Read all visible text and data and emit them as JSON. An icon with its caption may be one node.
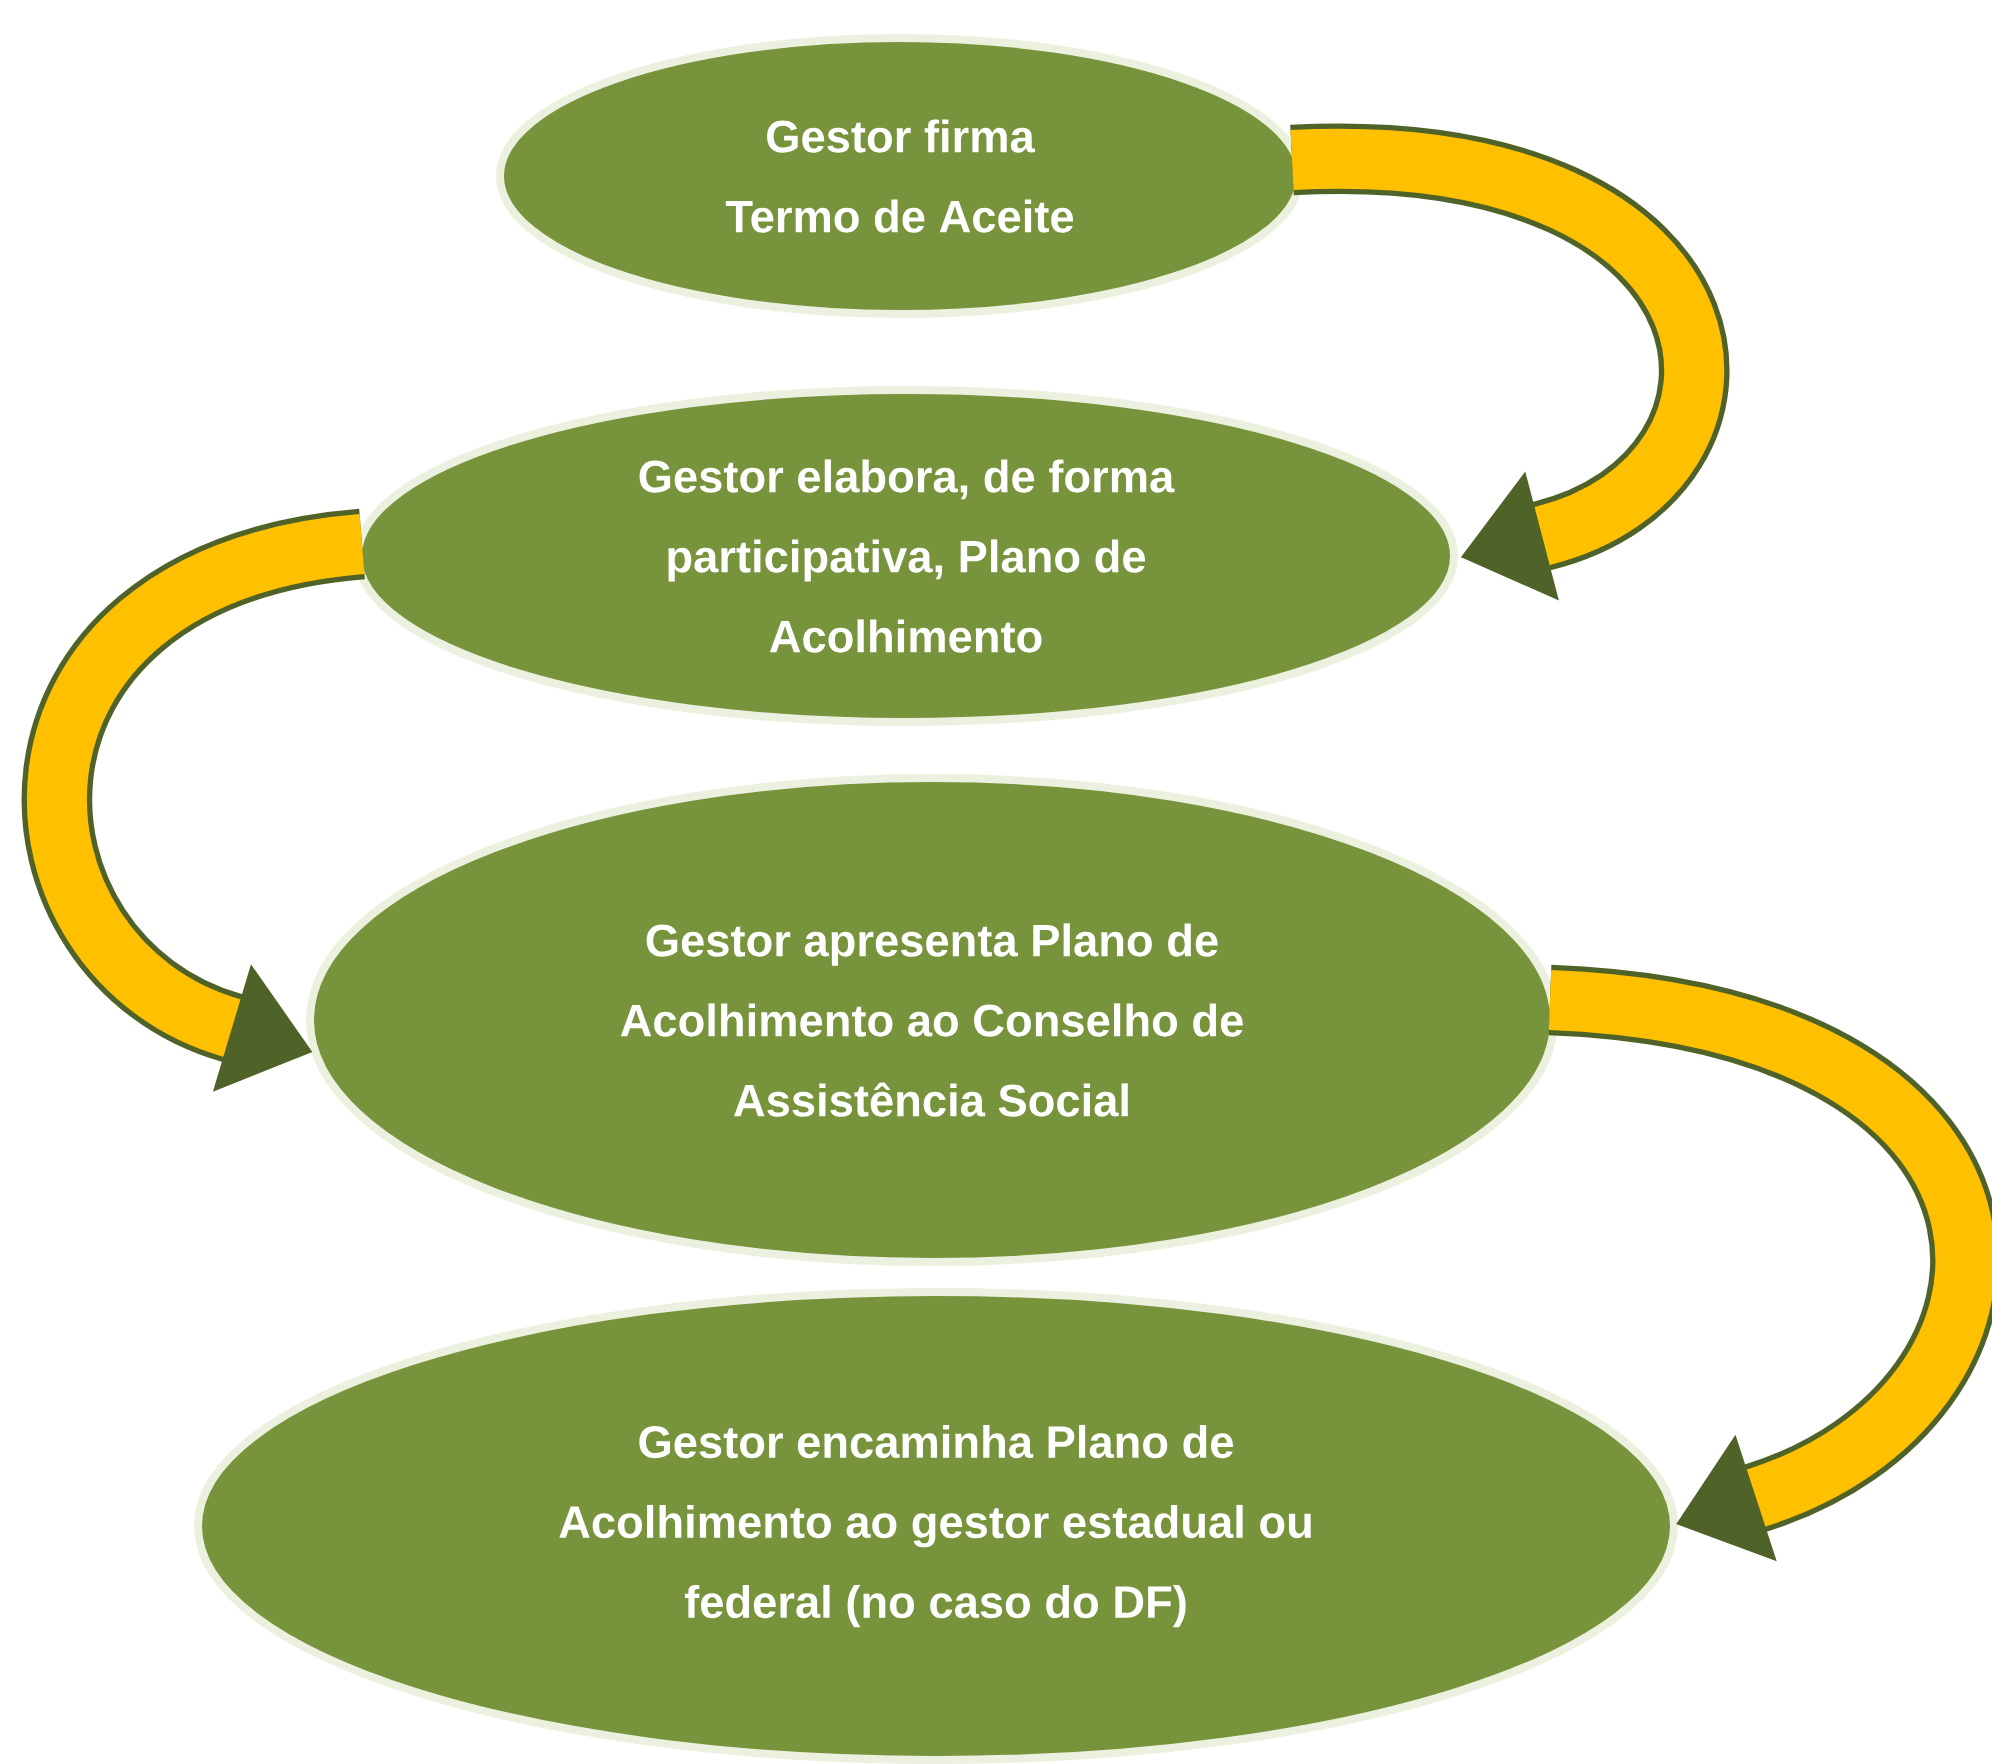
{
  "diagram": {
    "nodes": [
      {
        "text": [
          "Gestor firma Termo de Aceite"
        ]
      },
      {
        "text": [
          "Gestor elabora, de forma participativa, Plano de Acolhimento"
        ]
      },
      {
        "text": [
          "Gestor apresenta Plano de Acolhimento ao Conselho de Assistência Social"
        ]
      },
      {
        "text": [
          "Gestor encaminha Plano de Acolhimento ao gestor estadual ou federal (no caso do DF)"
        ]
      }
    ],
    "edges": [
      {
        "from": 0,
        "to": 1,
        "arrow": "to"
      },
      {
        "from": 1,
        "to": 2,
        "arrow": "to"
      },
      {
        "from": 2,
        "to": 3,
        "arrow": "to"
      }
    ]
  }
}
